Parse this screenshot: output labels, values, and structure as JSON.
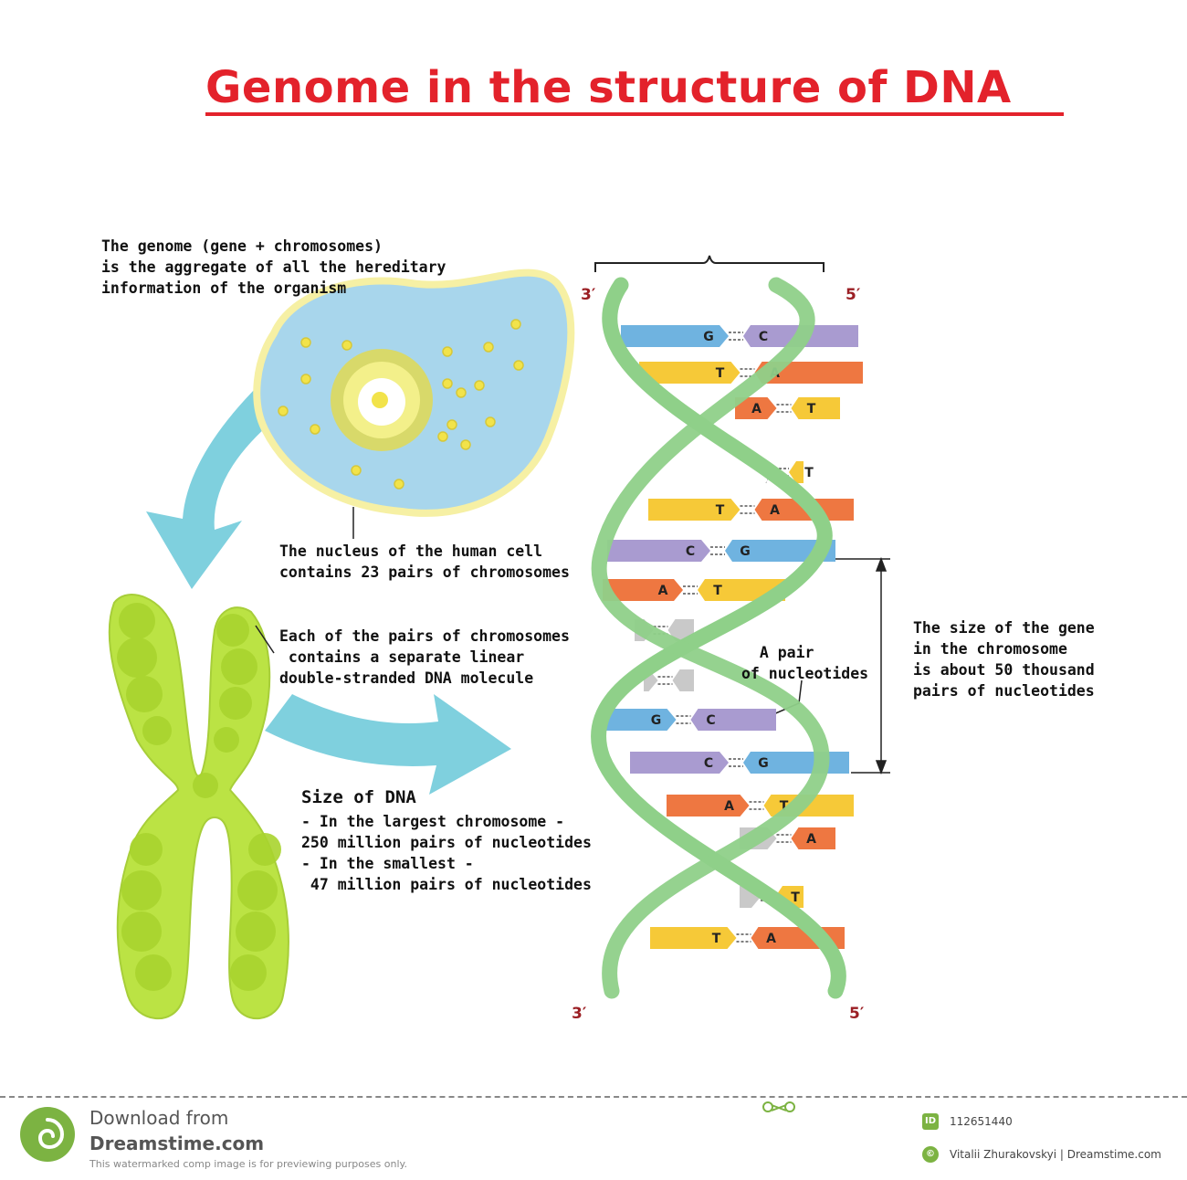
{
  "title": "Genome in the structure of DNA",
  "notes": {
    "genome": "The genome (gene + chromosomes)\nis the aggregate of all the hereditary\ninformation of the organism",
    "nucleus": "The nucleus of the human cell\ncontains 23 pairs of chromosomes",
    "pairs": "Each of the pairs of chromosomes\n contains a separate linear\ndouble-stranded DNA molecule",
    "nucleotide_pair": "  A pair\nof nucleotides",
    "gene_size": "The size of the gene\nin the chromosome\nis about 50 thousand\npairs of nucleotides",
    "dna_size_heading": "Size of DNA",
    "dna_size_body": "- In the largest chromosome -\n250 million pairs of nucleotides\n- In the smallest -\n 47 million pairs of nucleotides"
  },
  "ends": {
    "top_left": "3′",
    "top_right": "5′",
    "bottom_left": "3′",
    "bottom_right": "5′"
  },
  "base_pairs": [
    {
      "left": "G",
      "right": "C"
    },
    {
      "left": "T",
      "right": "A"
    },
    {
      "left": "A",
      "right": "T"
    },
    {
      "left": "",
      "right": "T"
    },
    {
      "left": "T",
      "right": "A"
    },
    {
      "left": "C",
      "right": "G"
    },
    {
      "left": "A",
      "right": "T"
    },
    {
      "left": "",
      "right": ""
    },
    {
      "left": "",
      "right": ""
    },
    {
      "left": "G",
      "right": "C"
    },
    {
      "left": "C",
      "right": "G"
    },
    {
      "left": "A",
      "right": "T"
    },
    {
      "left": "",
      "right": "A"
    },
    {
      "left": "",
      "right": "T"
    },
    {
      "left": "T",
      "right": "A"
    }
  ],
  "base_colors": {
    "G": "#6fb3e0",
    "C": "#a99bd0",
    "T": "#f6c938",
    "A": "#ee7741"
  },
  "colors": {
    "title": "#e3222b",
    "helix": "#8fd089",
    "cell_fill": "#a8d6ec",
    "cell_border": "#f6f0a4",
    "chromosome": "#b8e23a",
    "arrow": "#7fd0de"
  },
  "footer": {
    "download": "Download from",
    "site": "Dreamstime.com",
    "disclaimer": "This watermarked comp image is for previewing purposes only.",
    "id_badge": "ID",
    "id_number": "112651440",
    "author": "Vitalii Zhurakovskyi | Dreamstime.com"
  }
}
